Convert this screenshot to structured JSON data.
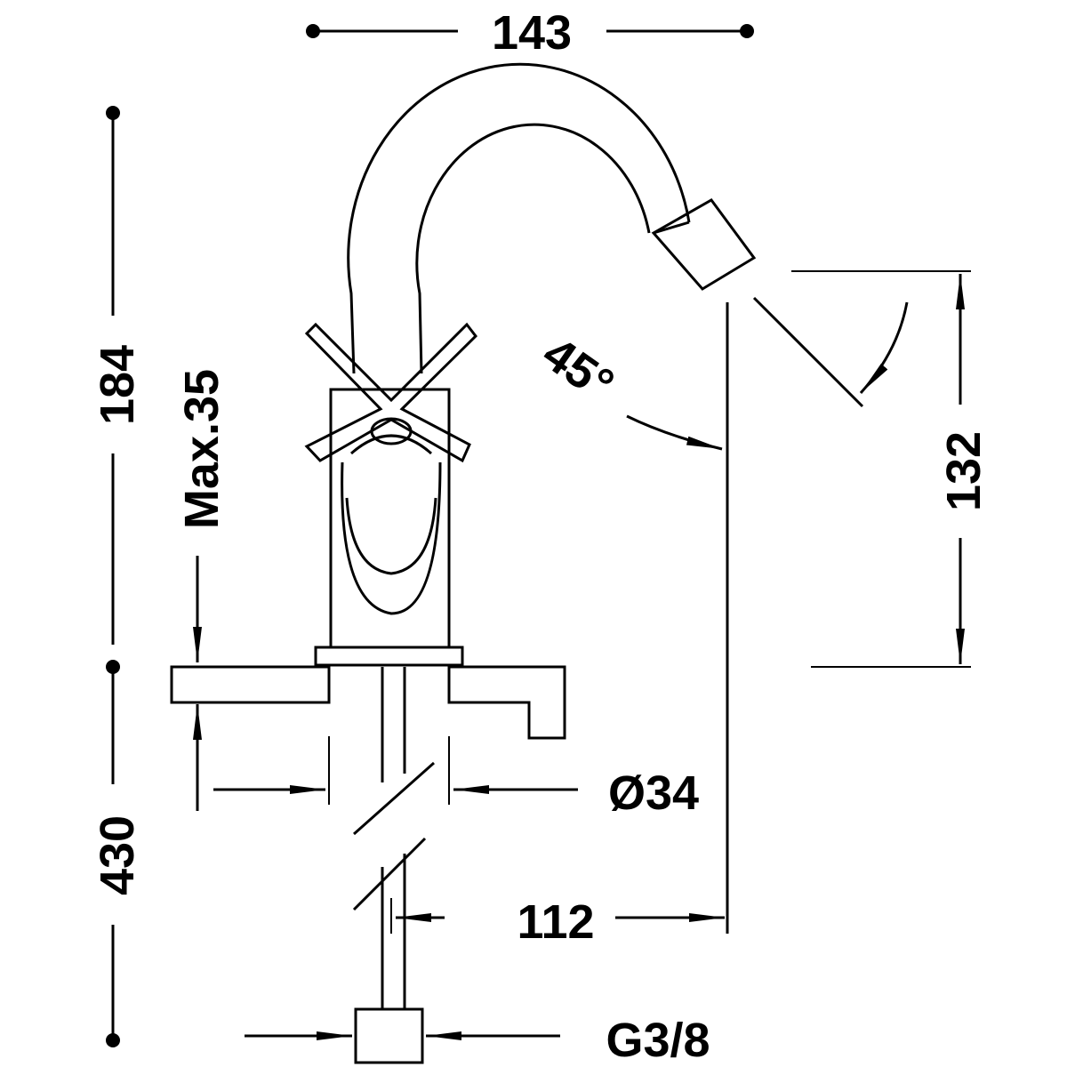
{
  "drawing": {
    "labels": {
      "width_top": "143",
      "height_total": "184",
      "max_thickness": "Max.35",
      "hose_length": "430",
      "angle": "45°",
      "spout_height": "132",
      "hole_diameter": "Ø34",
      "spout_reach": "112",
      "connection_thread": "G3/8"
    },
    "colors": {
      "line": "#000000",
      "background": "#ffffff"
    }
  }
}
